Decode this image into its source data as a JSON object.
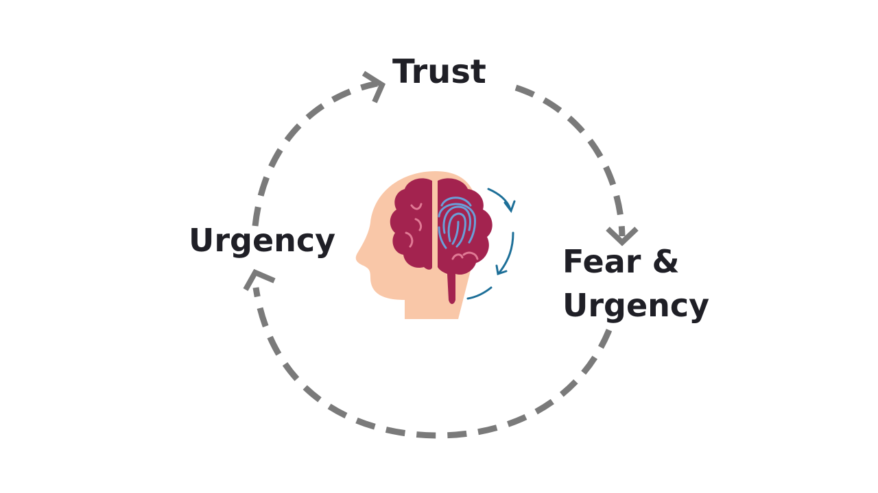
{
  "nodes": {
    "top": "Trust",
    "right_line1": "Fear &",
    "right_line2": "Urgency",
    "left": "Urgency"
  },
  "colors": {
    "cycle_line": "#7a7a7a",
    "text": "#1f1f26",
    "skin": "#f9c7a8",
    "brain": "#a3234f",
    "brain_fold": "#e07a95",
    "fingerprint": "#6a9fd8",
    "cycle_arrow": "#1d6f98"
  },
  "icons": {
    "center": "head-brain-fingerprint-icon"
  }
}
